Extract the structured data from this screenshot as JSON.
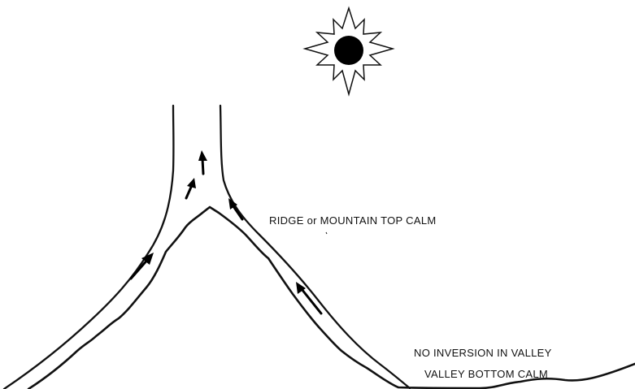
{
  "diagram": {
    "labels": {
      "ridge": "RIDGE or MOUNTAIN TOP CALM",
      "inversion": "NO INVERSION IN VALLEY",
      "valley_bottom": "VALLEY BOTTOM CALM"
    },
    "icons": {
      "sun": "sun-icon",
      "arrow": "upslope-wind-arrow-icon"
    },
    "colors": {
      "ink": "#111111",
      "background": "#ffffff"
    }
  }
}
